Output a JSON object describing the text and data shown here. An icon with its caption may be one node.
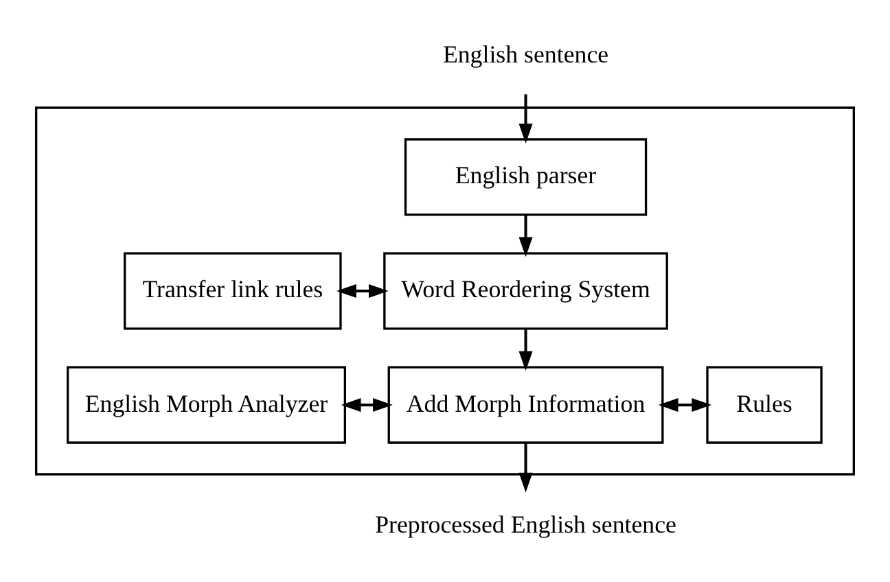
{
  "diagram": {
    "nodes": [
      {
        "text": [
          "English sentence"
        ]
      },
      {
        "text": [],
        "shape": "box"
      },
      {
        "text": [
          "English parser"
        ],
        "in": 1
      },
      {
        "text": [
          "Transfer link rules"
        ],
        "in": 1
      },
      {
        "text": [
          "Word Reordering System"
        ],
        "in": 1
      },
      {
        "text": [
          "English Morph Analyzer"
        ],
        "in": 1
      },
      {
        "text": [
          "Add Morph Information"
        ],
        "in": 1
      },
      {
        "text": [
          "Rules"
        ],
        "in": 1
      },
      {
        "text": [
          "Preprocessed English sentence"
        ]
      }
    ],
    "edges": [
      {
        "from": 0,
        "to": 2,
        "arrow": "to"
      },
      {
        "from": 2,
        "to": 4,
        "arrow": "to"
      },
      {
        "from": 3,
        "to": 4,
        "arrow": "both"
      },
      {
        "from": 4,
        "to": 6,
        "arrow": "to"
      },
      {
        "from": 5,
        "to": 6,
        "arrow": "both"
      },
      {
        "from": 6,
        "to": 7,
        "arrow": "both"
      },
      {
        "from": 6,
        "to": 8,
        "arrow": "to"
      }
    ]
  }
}
